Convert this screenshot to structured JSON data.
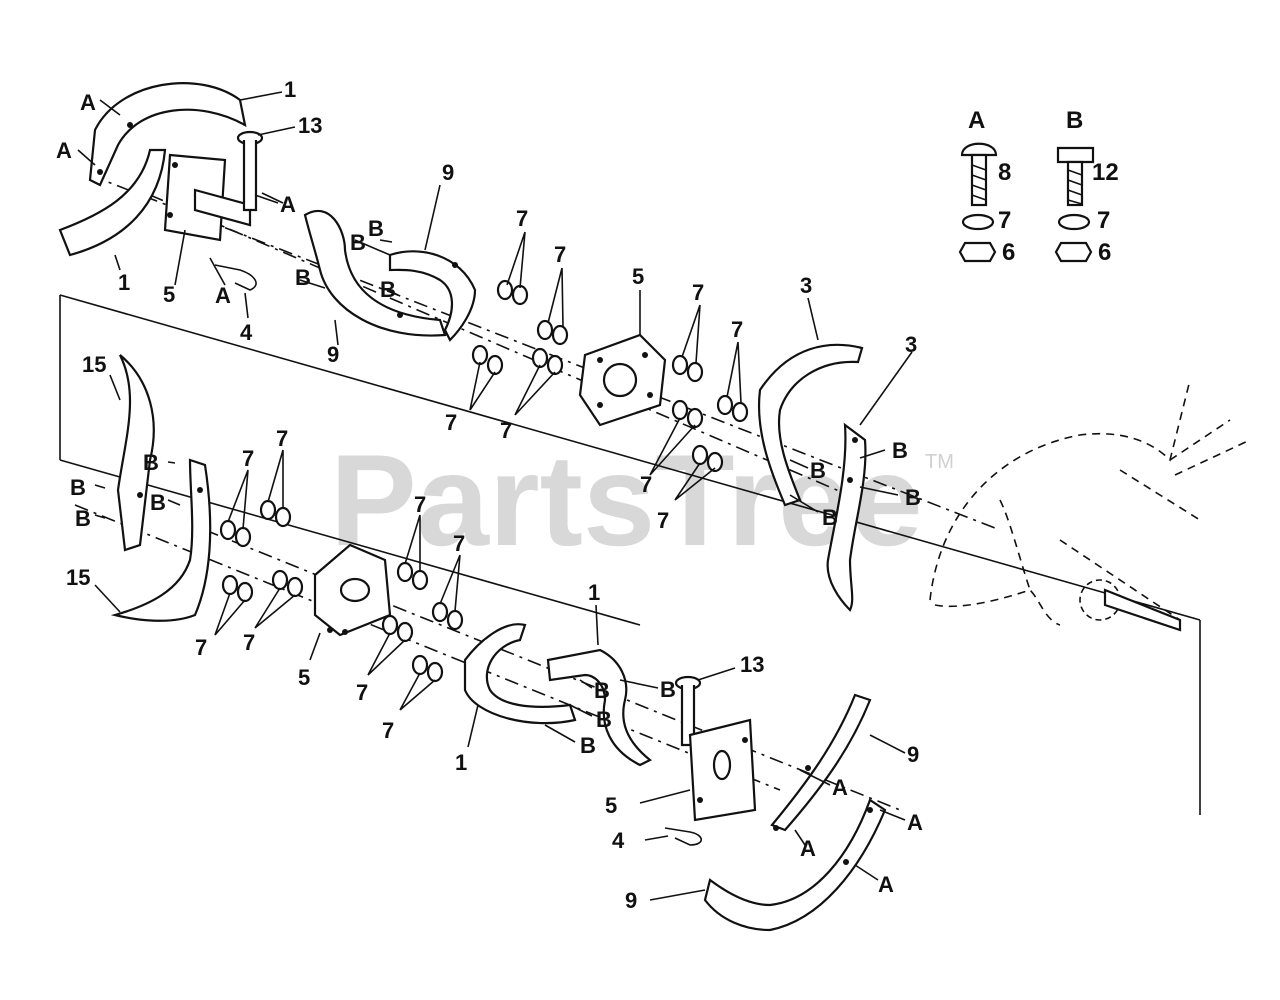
{
  "watermark": {
    "text": "PartsTree",
    "tm": "TM"
  },
  "legend": {
    "A": {
      "letter": "A",
      "bolt": "8",
      "washer": "7",
      "nut": "6"
    },
    "B": {
      "letter": "B",
      "bolt": "12",
      "washer": "7",
      "nut": "6"
    }
  },
  "callouts": {
    "n1": "1",
    "n3": "3",
    "n4": "4",
    "n5": "5",
    "n7": "7",
    "n9": "9",
    "n13": "13",
    "n15": "15",
    "A": "A",
    "B": "B"
  }
}
